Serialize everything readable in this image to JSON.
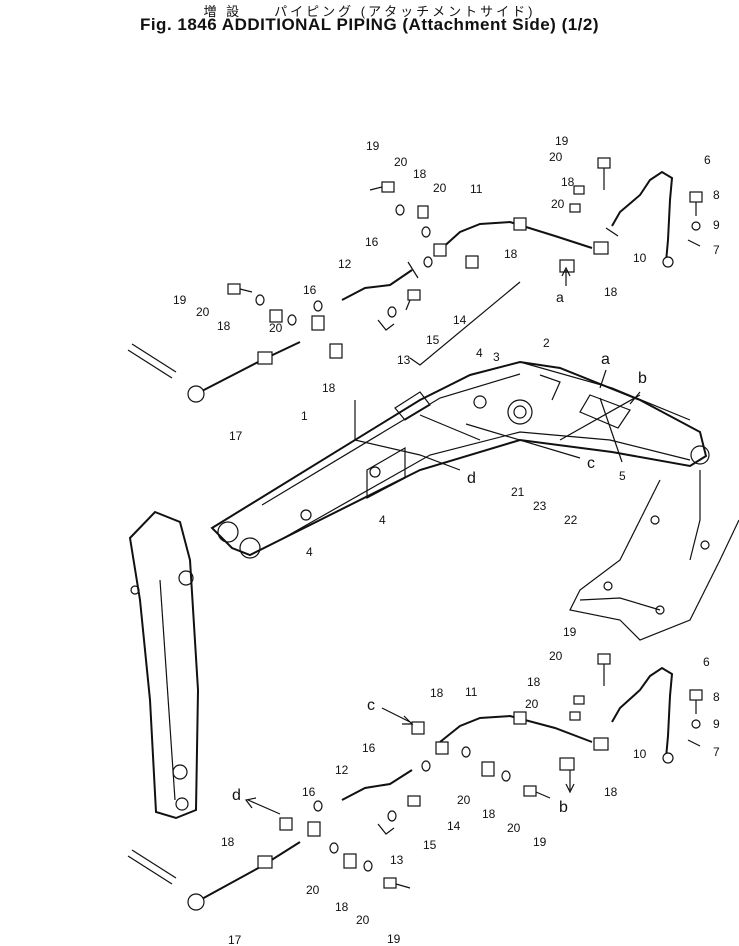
{
  "title": {
    "japanese": "増 設　　パイピング (アタッチメントサイド)",
    "english": "Fig. 1846 ADDITIONAL PIPING (Attachment Side) (1/2)"
  },
  "callouts": {
    "n1": "1",
    "n2": "2",
    "n3": "3",
    "n4": "4",
    "n5": "5",
    "n6": "6",
    "n7": "7",
    "n8": "8",
    "n9": "9",
    "n10": "10",
    "n11": "11",
    "n12": "12",
    "n13": "13",
    "n14": "14",
    "n15": "15",
    "n16": "16",
    "n17": "17",
    "n18": "18",
    "n19": "19",
    "n20": "20",
    "n21": "21",
    "n22": "22",
    "n23": "23"
  },
  "view_markers": {
    "a": "a",
    "b": "b",
    "c": "c",
    "d": "d"
  }
}
